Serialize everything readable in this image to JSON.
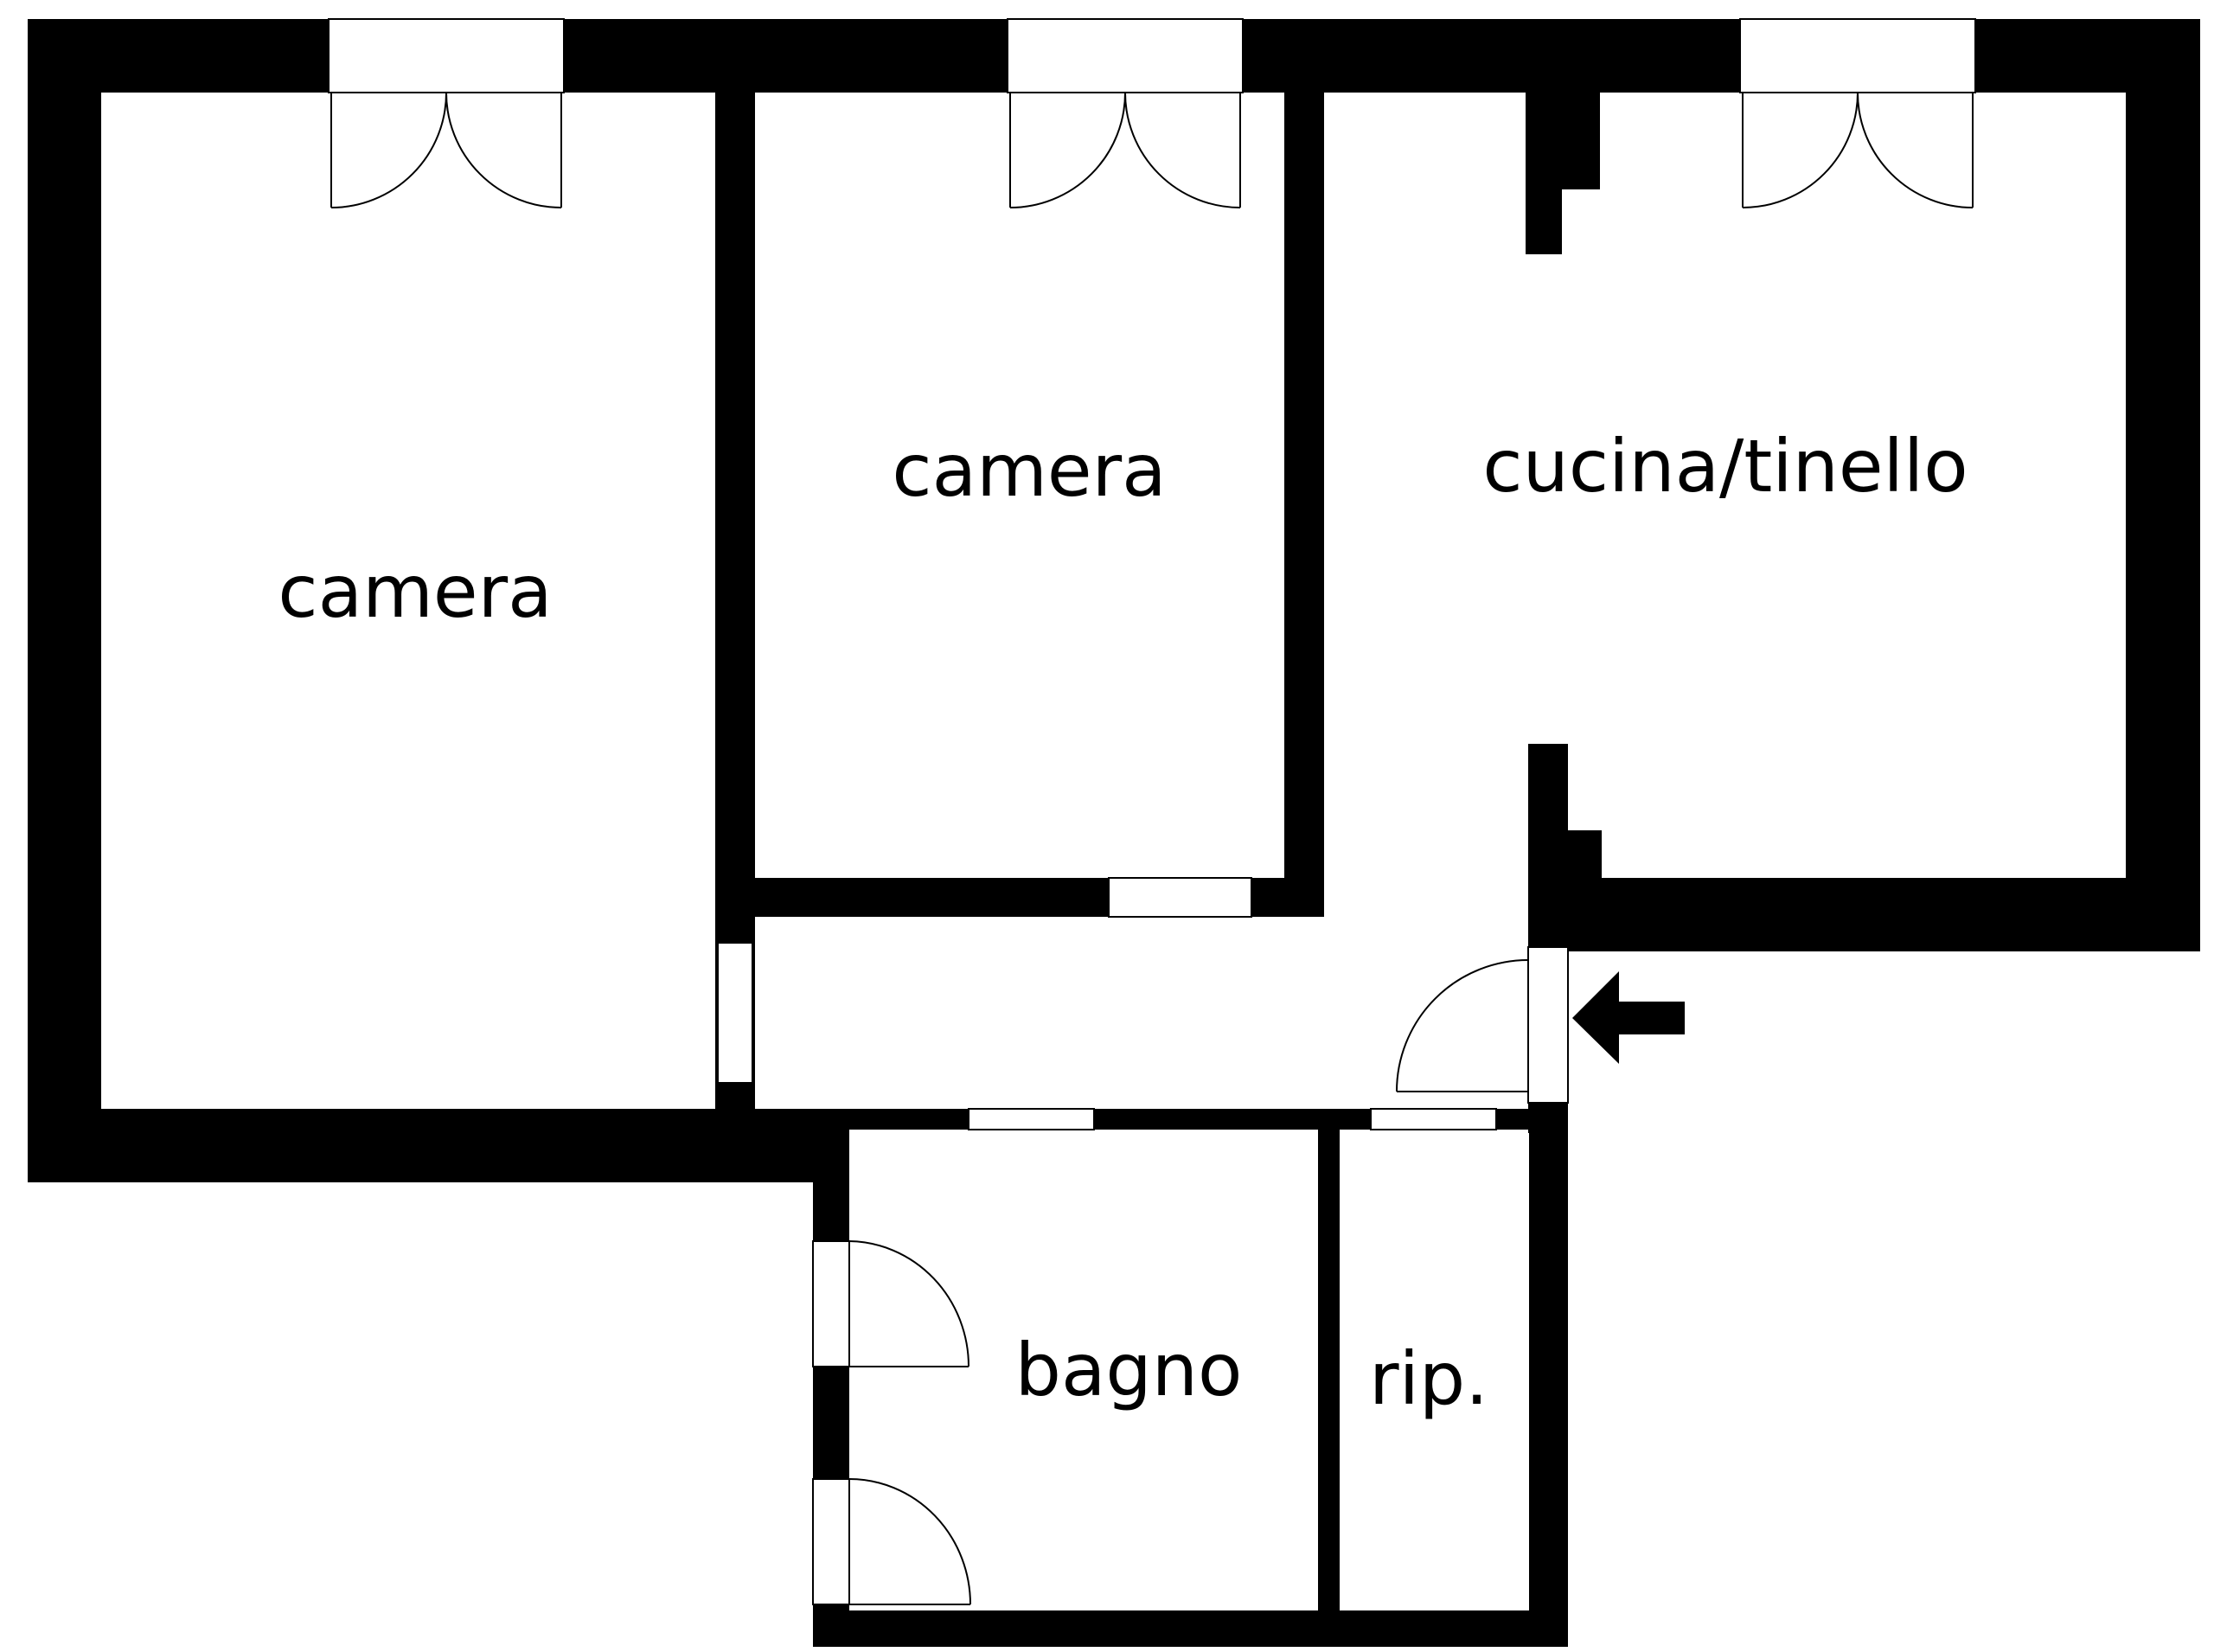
{
  "rooms": {
    "camera_left": {
      "label": "camera"
    },
    "camera_center": {
      "label": "camera"
    },
    "cucina_tinello": {
      "label": "cucina/tinello"
    },
    "bagno": {
      "label": "bagno"
    },
    "ripostiglio": {
      "label": "rip."
    }
  },
  "entrance": {
    "icon": "entrance-arrow-icon"
  },
  "colors": {
    "wall": "#000000",
    "floor": "#ffffff"
  }
}
